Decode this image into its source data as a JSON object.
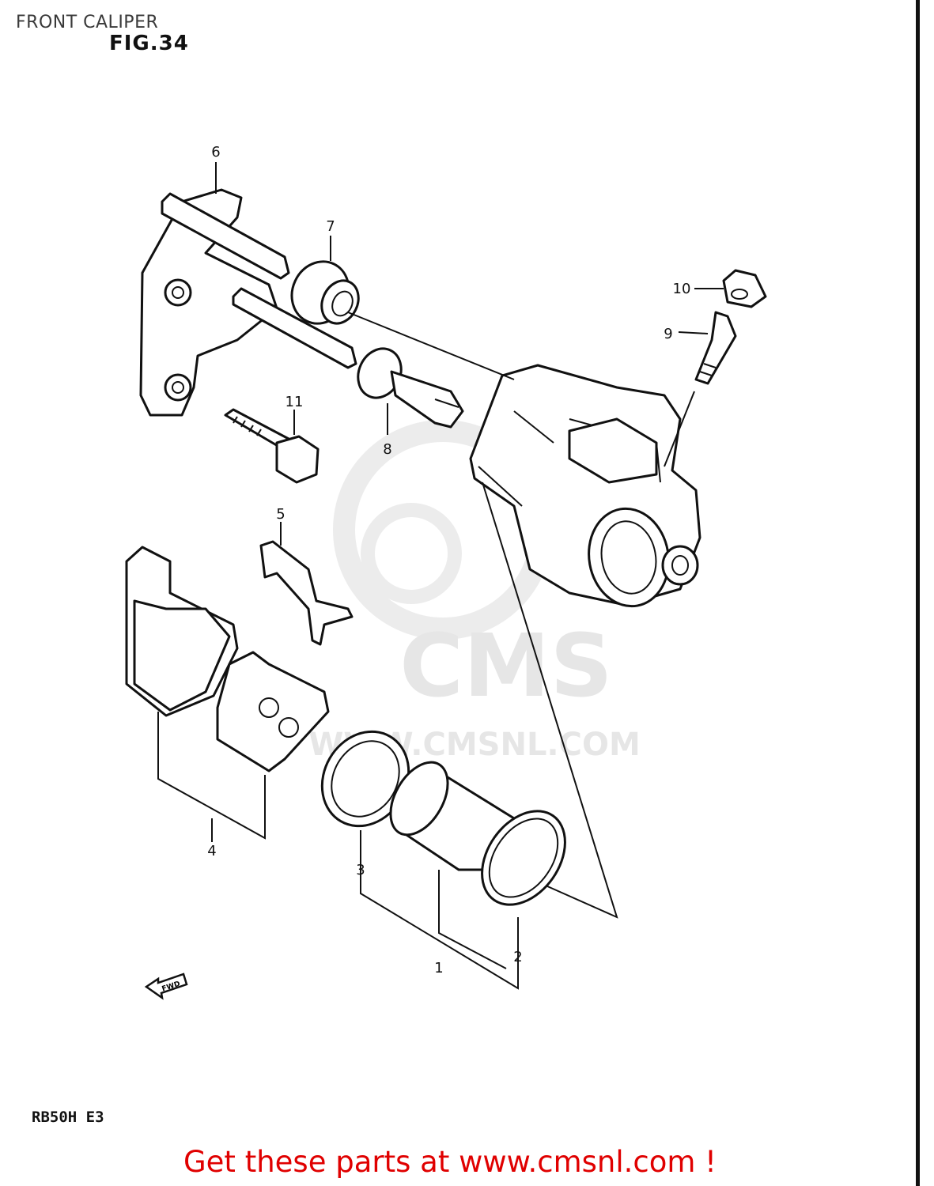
{
  "header": {
    "title": "FRONT CALIPER",
    "figure": "FIG.34"
  },
  "footer": {
    "model": "RB50H E3",
    "call_to_action": "Get these parts at www.cmsnl.com !"
  },
  "watermark": {
    "brand": "CMS",
    "url": "WWW.CMSNL.COM"
  },
  "fwd_arrow": "FWD",
  "callouts": [
    "1",
    "2",
    "3",
    "4",
    "5",
    "6",
    "7",
    "8",
    "9",
    "10",
    "11"
  ],
  "colors": {
    "link": "#e00000",
    "line": "#111111",
    "watermark": "#e6e6e6"
  }
}
